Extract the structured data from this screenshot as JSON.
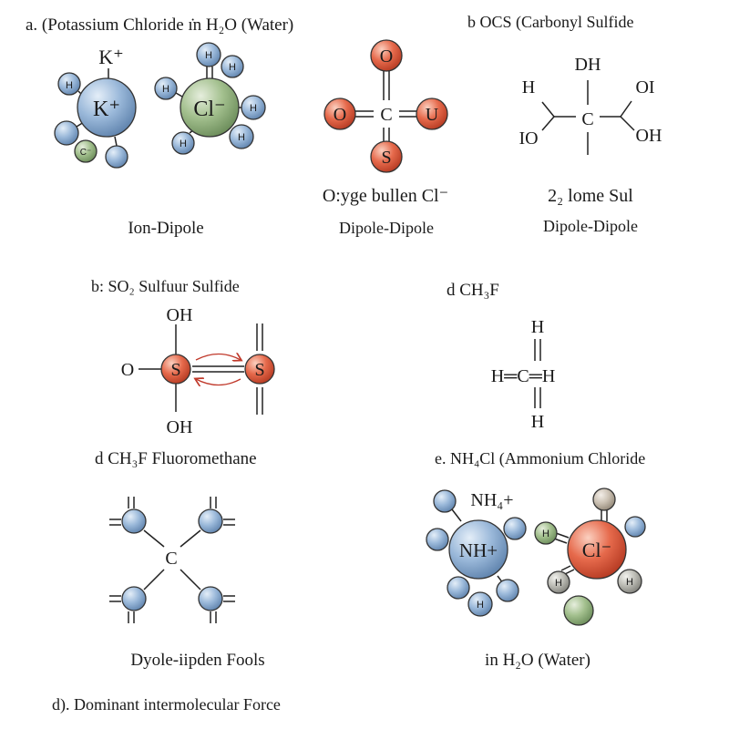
{
  "colors": {
    "blue": "#8fb0d4",
    "green": "#9dbb8a",
    "red": "#e0654a",
    "grey": "#b9b9b3",
    "tan": "#c9bfb2"
  },
  "panel_a": {
    "title": "a. (Potassium Chloride ı̇n H₂O (Water)",
    "k_label": "K⁺",
    "k_ion": "K⁺",
    "cl_ion": "Cl⁻",
    "h": "H",
    "c_small": "C⁻",
    "caption": "Ion-Dipole"
  },
  "panel_ocs": {
    "o_top": "O",
    "o_left": "O",
    "c": "C",
    "u_right": "U",
    "s_bottom": "S",
    "caption1": "O:yge bullen Cl⁻",
    "caption2": "Dipole-Dipole"
  },
  "panel_b": {
    "title": "b OCS (Carbonyl Sulfide",
    "dh": "DH",
    "h": "H",
    "oi": "OI",
    "c": "C",
    "io": "IO",
    "oh": "OH",
    "caption1": "2₂ lome Sul",
    "caption2": "Dipole-Dipole"
  },
  "panel_so2": {
    "title": "b: SO₂ Sulfuur Sulfide",
    "oh_top": "OH",
    "o_left": "O",
    "s": "S",
    "oh_bottom": "OH",
    "s_right": "S"
  },
  "panel_ch3f": {
    "title": "d CH₃F",
    "h_top": "H",
    "row": "H═C═H",
    "h_bottom": "H"
  },
  "panel_d": {
    "title": "d CH₃F Fluoromethane",
    "c": "C",
    "caption": "Dyole-iipden Fools",
    "footer": "d). Dominant intermolecular Force"
  },
  "panel_e": {
    "title": "e. NH₄Cl (Ammonium Chloride",
    "nh4_label": "NH₄+",
    "nh_ion": "NH+",
    "cl_ion": "Cl⁻",
    "h": "H",
    "caption": "in H₂O (Water)"
  }
}
